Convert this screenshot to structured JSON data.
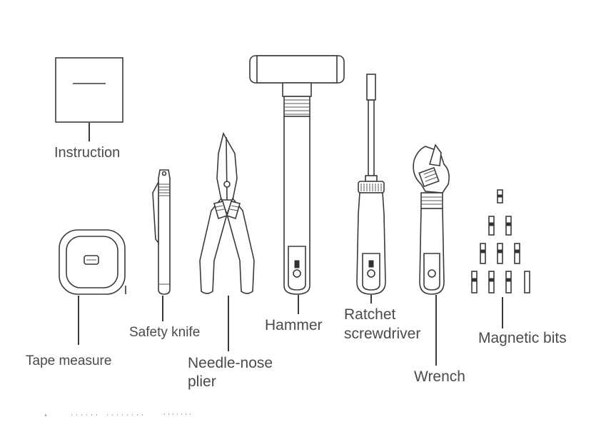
{
  "labels": {
    "instruction": "Instruction",
    "safety_knife": "Safety knife",
    "hammer": "Hammer",
    "ratchet_line1": "Ratchet",
    "ratchet_line2": "screwdriver",
    "tape_measure": "Tape measure",
    "plier_line1": "Needle-nose",
    "plier_line2": "plier",
    "wrench": "Wrench",
    "magnetic_bits": "Magnetic bits"
  },
  "colors": {
    "stroke": "#3a3a3a",
    "text": "#4a4a4a",
    "background": "#ffffff"
  }
}
